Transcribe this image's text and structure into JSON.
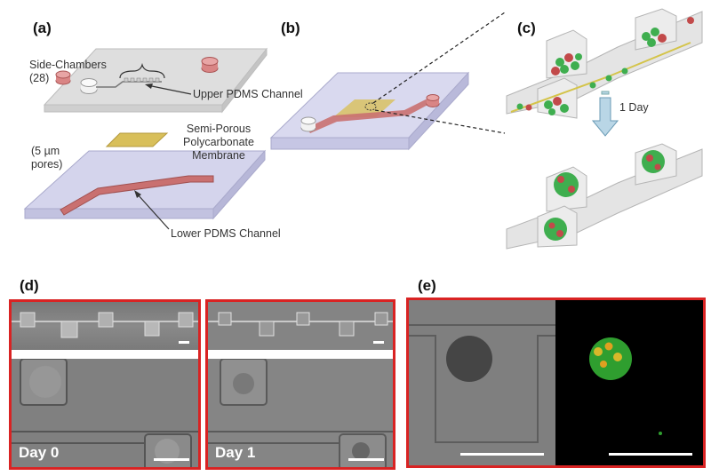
{
  "panels": {
    "a": {
      "label": "(a)",
      "side_chambers": "Side-Chambers",
      "side_chambers_count": "(28)",
      "upper_channel": "Upper PDMS Channel",
      "membrane_line1": "Semi-Porous",
      "membrane_line2": "Polycarbonate",
      "membrane_line3": "Membrane",
      "pores_line1": "(5 µm",
      "pores_line2": "pores)",
      "lower_channel": "Lower PDMS Channel"
    },
    "b": {
      "label": "(b)"
    },
    "c": {
      "label": "(c)",
      "time_step": "1 Day"
    },
    "d": {
      "label": "(d)",
      "day0": "Day 0",
      "day1": "Day 1"
    },
    "e": {
      "label": "(e)"
    }
  },
  "colors": {
    "frame_red": "#d92323",
    "channel_pink": "#c97070",
    "membrane_gold": "#d8bf5a",
    "slab_grey": "#d7d7d7",
    "slab_lavender": "#cfcfe8",
    "cell_green": "#3fae4f",
    "cell_red": "#c24a4a",
    "arrow_blue": "#b9d6e6"
  },
  "icons": [
    "down-arrow-icon"
  ]
}
